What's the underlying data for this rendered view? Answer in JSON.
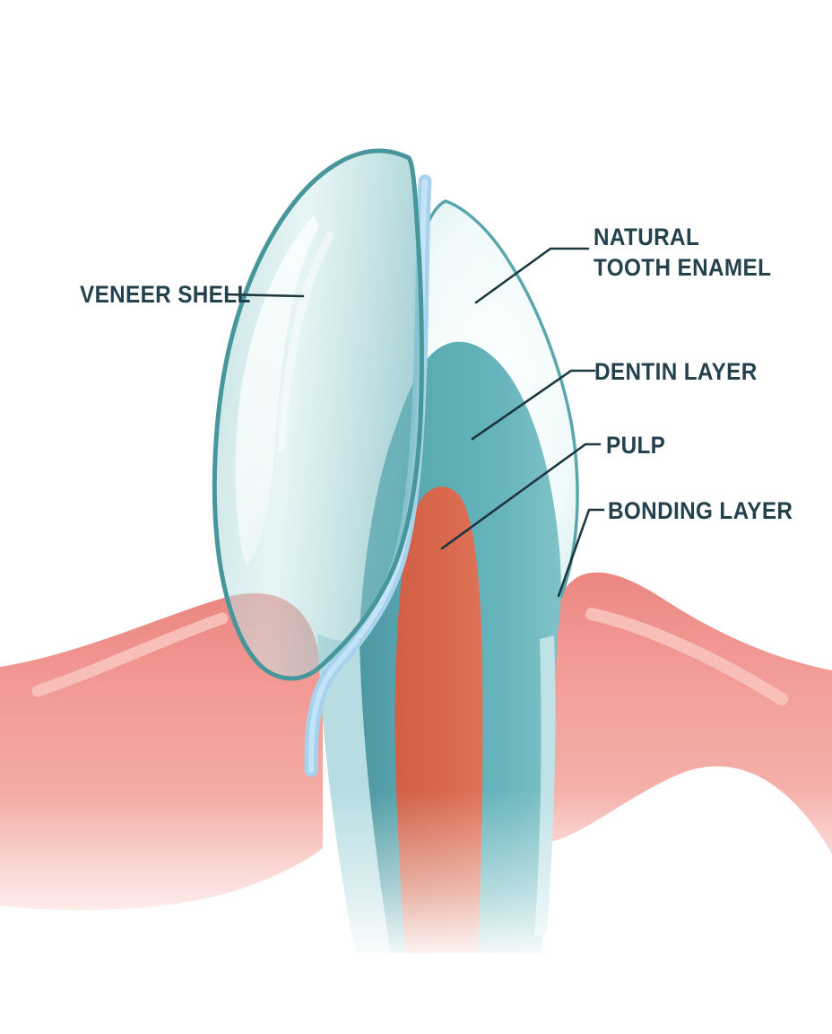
{
  "labels": {
    "veneer_shell": "VENEER SHELL",
    "natural_tooth_enamel": "NATURAL TOOTH ENAMEL",
    "dentin_layer": "DENTIN LAYER",
    "pulp": "PULP",
    "bonding_layer": "BONDING LAYER"
  },
  "colors": {
    "background": "#ffffff",
    "label_text": "#24424d",
    "leader_line": "#1d3741",
    "veneer_shell_fill": "#7fc3c8",
    "veneer_outline": "#47969c",
    "enamel_fill": "#d8eeee",
    "enamel_outline": "#59a7ad",
    "dentin": "#5fadb5",
    "pulp": "#d8684e",
    "bonding_layer": "#a6d2ee",
    "gum": "#f29a95",
    "gum_highlight": "#f9c5bf"
  }
}
